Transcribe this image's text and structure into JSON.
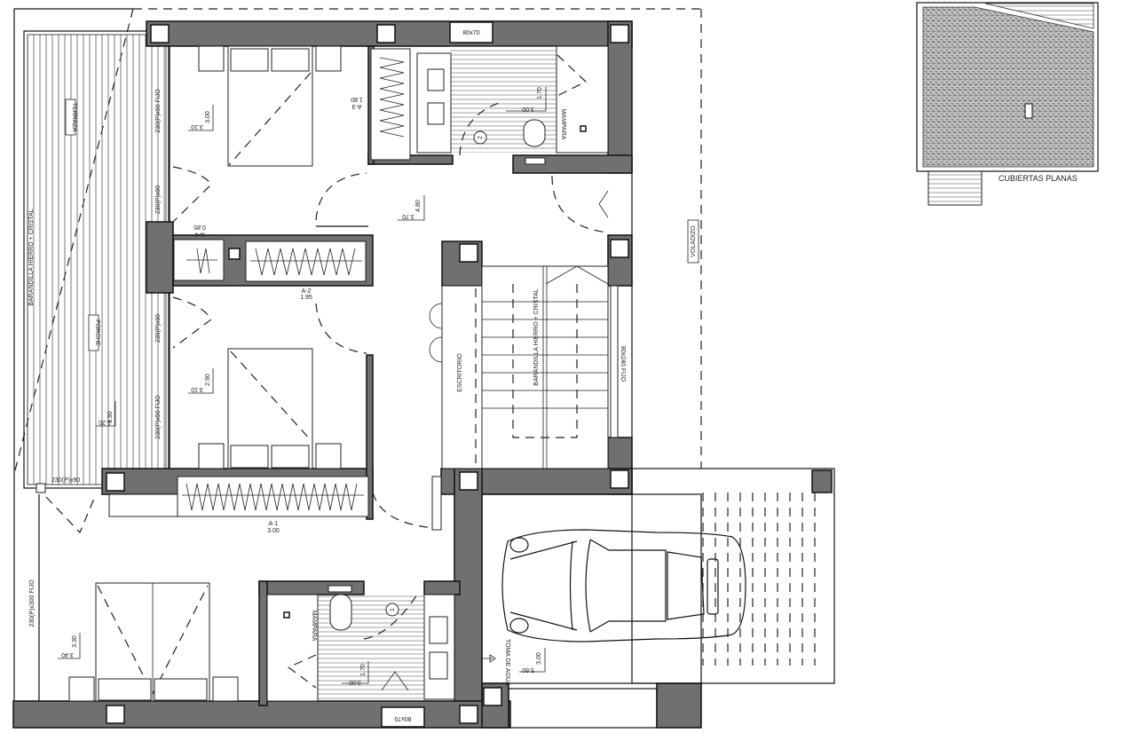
{
  "plan": {
    "terrace": {
      "label": "TERRAZA",
      "railing": "BARANDILLA HIERRO + CRISTAL",
      "porch": "PORCHE",
      "dims": [
        "6.90",
        "2.20"
      ]
    },
    "windows": {
      "w1": "230(P)x90 FIJO",
      "w2": "230(P)x90",
      "w3": "230(P)x90",
      "w4": "230(P)x90 FIJO",
      "w5": "230(P)x90",
      "w6": "230(P)x300 FIJO",
      "bath2_window": "80x70",
      "bath1_window": "80x70",
      "stair_window": "80x240 FIJO"
    },
    "bedroom1": {
      "dims": [
        "3.00",
        "3.10"
      ],
      "wardrobe": [
        "A-3",
        "1.80"
      ]
    },
    "bedroom2": {
      "dims": [
        "2.90",
        "3.10"
      ],
      "wardrobe": [
        "A-4",
        "0.85"
      ]
    },
    "hall": {
      "dims": [
        "4.80",
        "3.70"
      ],
      "wardrobe": [
        "A-2",
        "1.95"
      ]
    },
    "bath2": {
      "number": "2",
      "dims": [
        "1.70",
        "3.00"
      ],
      "screen": "MAMPARA"
    },
    "stairs": {
      "desk": "ESCRITORIO",
      "railing": "BARANDILLA HIERRO + CRISTAL"
    },
    "overhang": "VOLADIZO",
    "master": {
      "dims": [
        "3.30",
        "3.40"
      ],
      "wardrobe": [
        "A-1",
        "3.00"
      ]
    },
    "bath1": {
      "number": "1",
      "dims": [
        "1.70",
        "3.00"
      ],
      "screen": "MAMPARA"
    },
    "garage": {
      "water": "TOMA DE AGUA",
      "dims": [
        "3.00",
        "5.60"
      ]
    },
    "roof": {
      "label": "CUBIERTAS PLANAS"
    }
  },
  "colors": {
    "wall": "#707070",
    "line": "#111111",
    "roof": "#9a9a9a"
  }
}
